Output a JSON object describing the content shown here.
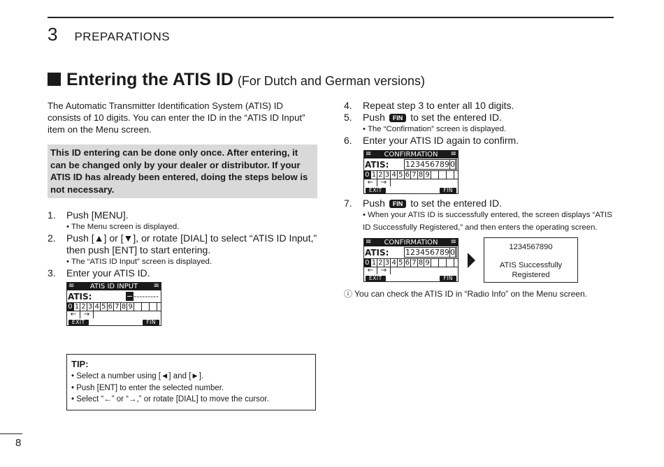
{
  "header": {
    "chapter_number": "3",
    "chapter_title": "PREPARATIONS"
  },
  "section": {
    "title": "Entering the ATIS ID",
    "subtitle": "(For Dutch and German versions)"
  },
  "intro": "The Automatic Transmitter Identification System (ATIS) ID consists of 10 digits. You can enter the ID in the “ATIS ID Input” item on the Menu screen.",
  "warning": "This ID entering can be done only once. After entering, it can be changed only by your dealer or distributor. If your ATIS ID has already been entered, doing the steps below is not necessary.",
  "steps_left": {
    "s1": {
      "num": "1.",
      "text": "Push [MENU].",
      "note": "• The Menu screen is displayed."
    },
    "s2": {
      "num": "2.",
      "text": "Push [▲] or [▼], or rotate [DIAL] to select “ATIS ID Input,” then push [ENT] to start entering.",
      "note": "• The “ATIS ID Input” screen is displayed."
    },
    "s3": {
      "num": "3.",
      "text": "Enter your ATIS ID."
    }
  },
  "lcd_input": {
    "title": "ATIS ID INPUT",
    "label": "ATIS:",
    "value_cursor": "−",
    "value_rest": "---------",
    "digits": [
      "0",
      "1",
      "2",
      "3",
      "4",
      "5",
      "6",
      "7",
      "8",
      "9"
    ],
    "arrow_left": "←",
    "arrow_right": "→",
    "exit": "EXIT",
    "fin": "FIN"
  },
  "tip": {
    "title": "TIP:",
    "items": [
      "• Select a number using [◄] and [►].",
      "• Push [ENT] to enter the selected number.",
      "• Select “←” or “→,” or rotate [DIAL] to move the cursor."
    ]
  },
  "steps_right": {
    "s4": {
      "num": "4.",
      "text": "Repeat step 3 to enter all 10 digits."
    },
    "s5": {
      "num": "5.",
      "pre": "Push",
      "key": "FIN",
      "post": "to set the entered ID.",
      "note": "• The “Confirmation” screen is displayed."
    },
    "s6": {
      "num": "6.",
      "text": "Enter your ATIS ID again to confirm."
    },
    "s7": {
      "num": "7.",
      "pre": "Push",
      "key": "FIN",
      "post": "to set the entered ID.",
      "note": "• When your ATIS ID is successfully entered, the screen displays “ATIS ID Successfully Registered,” and then enters the operating screen."
    }
  },
  "lcd_confirm": {
    "title": "CONFIRMATION",
    "label": "ATIS:",
    "value_main": "123456789",
    "value_last": "0",
    "digits": [
      "0",
      "1",
      "2",
      "3",
      "4",
      "5",
      "6",
      "7",
      "8",
      "9"
    ],
    "arrow_left": "←",
    "arrow_right": "→",
    "exit": "EXIT",
    "fin": "FIN"
  },
  "result_screen": {
    "id": "1234567890",
    "line1": "ATIS Successfully",
    "line2": "Registered"
  },
  "info_note": "ⓘ You can check the ATIS ID in “Radio Info” on the Menu screen.",
  "page_number": "8"
}
